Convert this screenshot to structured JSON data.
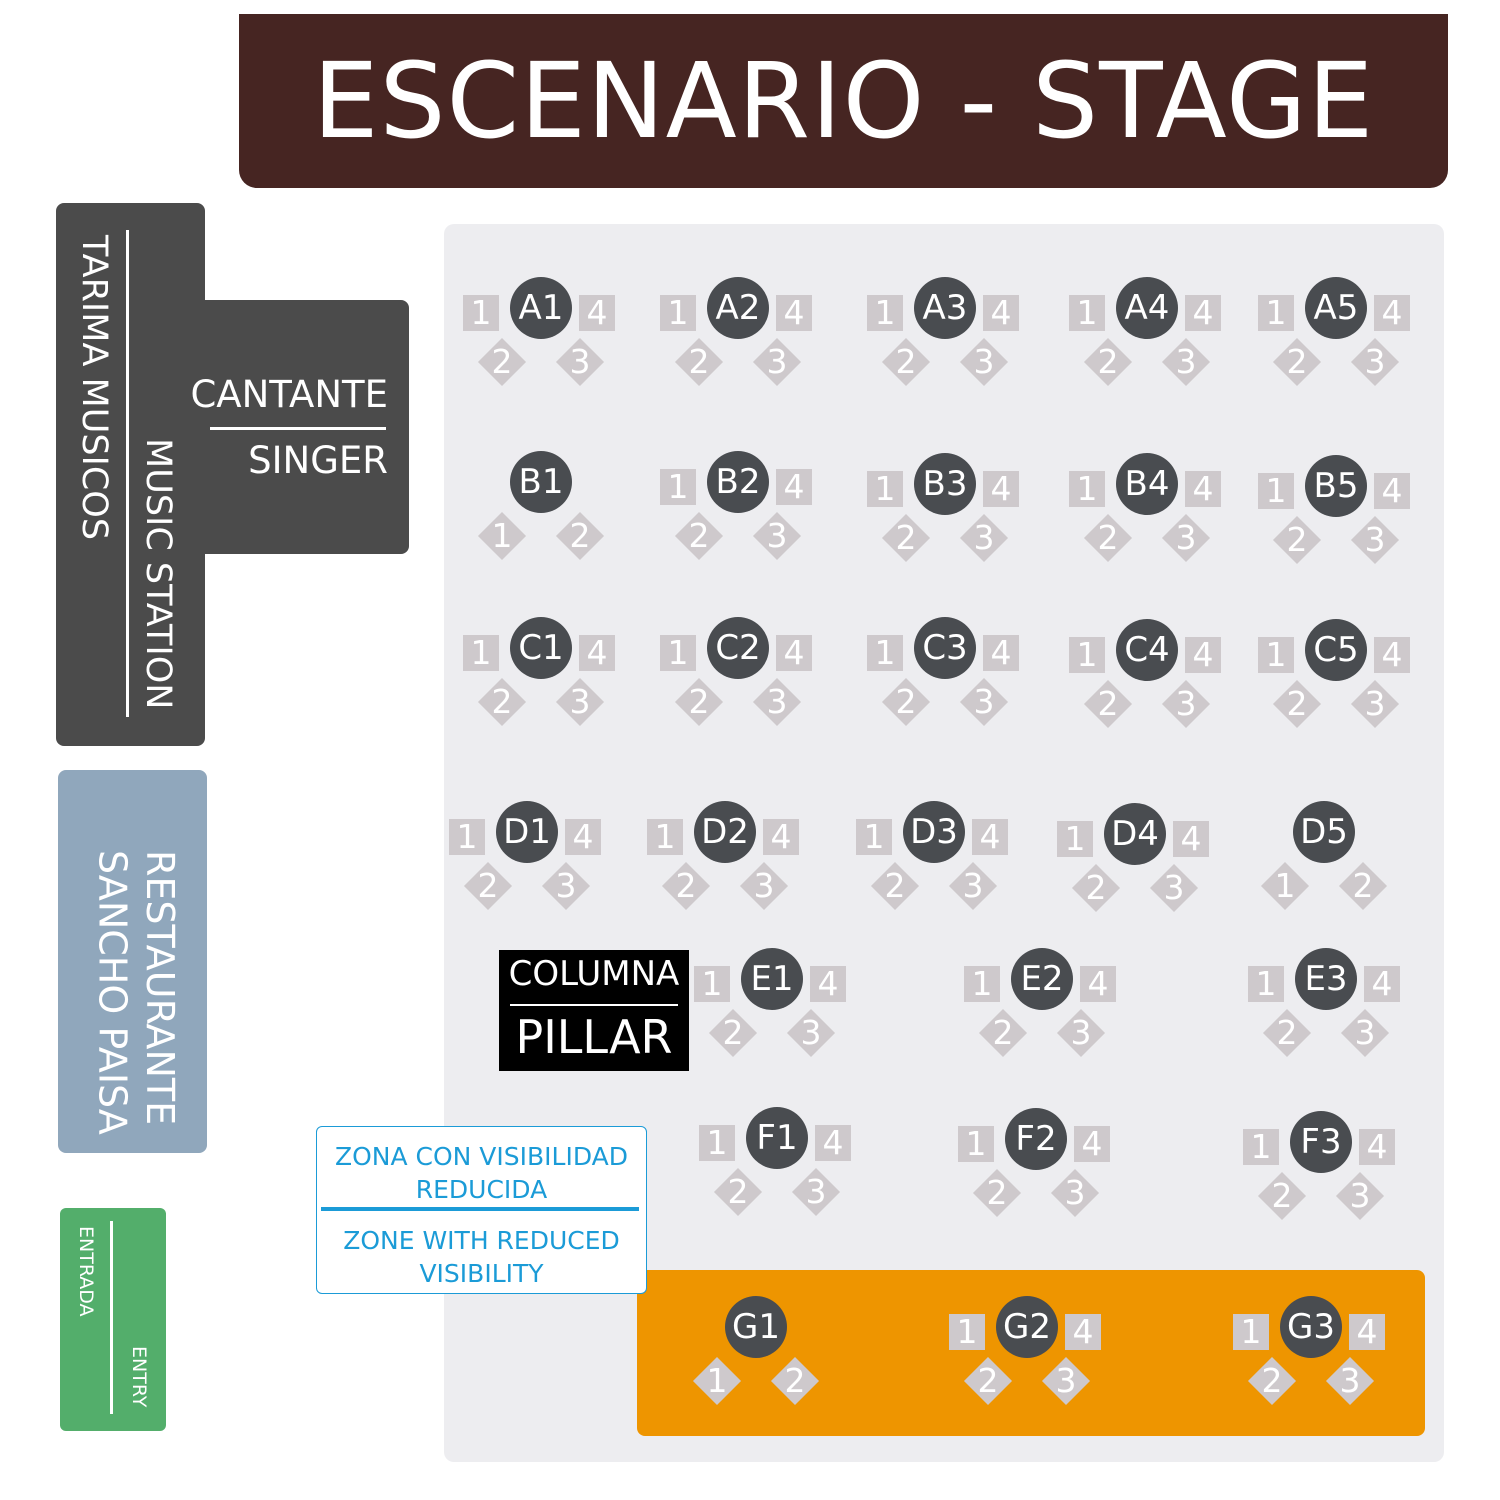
{
  "stage": {
    "title": "ESCENARIO - STAGE"
  },
  "music_station": {
    "es": "TARIMA MUSICOS",
    "en": "MUSIC STATION"
  },
  "singer": {
    "es": "CANTANTE",
    "en": "SINGER"
  },
  "restaurant": {
    "line1": "RESTAURANTE",
    "line2": "SANCHO PAISA"
  },
  "entry": {
    "es": "ENTRADA",
    "en": "ENTRY"
  },
  "pillar": {
    "es": "COLUMNA",
    "en": "PILLAR"
  },
  "reduced_visibility": {
    "es_line1": "ZONA CON VISIBILIDAD",
    "es_line2": "REDUCIDA",
    "en_line1": "ZONE WITH REDUCED",
    "en_line2": "VISIBILITY"
  },
  "colors": {
    "stage": "#462522",
    "music_station": "#4b4b4b",
    "restaurant": "#90a7bc",
    "entry": "#53ae6b",
    "floor": "#ededf0",
    "reduced_visibility_zone": "#ee9500",
    "table": "#494c50",
    "seat": "#cec9cc",
    "pillar": "#000000",
    "notice": "#1b9bd7"
  },
  "tables": [
    {
      "id": "A1",
      "seats": 4
    },
    {
      "id": "A2",
      "seats": 4
    },
    {
      "id": "A3",
      "seats": 4
    },
    {
      "id": "A4",
      "seats": 4
    },
    {
      "id": "A5",
      "seats": 4
    },
    {
      "id": "B1",
      "seats": 2
    },
    {
      "id": "B2",
      "seats": 4
    },
    {
      "id": "B3",
      "seats": 4
    },
    {
      "id": "B4",
      "seats": 4
    },
    {
      "id": "B5",
      "seats": 4
    },
    {
      "id": "C1",
      "seats": 4
    },
    {
      "id": "C2",
      "seats": 4
    },
    {
      "id": "C3",
      "seats": 4
    },
    {
      "id": "C4",
      "seats": 4
    },
    {
      "id": "C5",
      "seats": 4
    },
    {
      "id": "D1",
      "seats": 4
    },
    {
      "id": "D2",
      "seats": 4
    },
    {
      "id": "D3",
      "seats": 4
    },
    {
      "id": "D4",
      "seats": 4
    },
    {
      "id": "D5",
      "seats": 2
    },
    {
      "id": "E1",
      "seats": 4
    },
    {
      "id": "E2",
      "seats": 4
    },
    {
      "id": "E3",
      "seats": 4
    },
    {
      "id": "F1",
      "seats": 4
    },
    {
      "id": "F2",
      "seats": 4
    },
    {
      "id": "F3",
      "seats": 4
    },
    {
      "id": "G1",
      "seats": 2
    },
    {
      "id": "G2",
      "seats": 4
    },
    {
      "id": "G3",
      "seats": 4
    }
  ]
}
